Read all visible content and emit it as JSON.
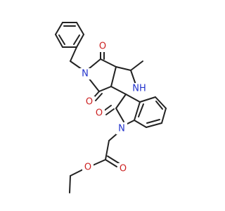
{
  "molecule": {
    "atom_labels": {
      "o_ketone_top": "O",
      "o_imide_lower": "O",
      "n_imide": "N",
      "nh_amine": "NH",
      "o_lactam": "O",
      "n_indole": "N",
      "o_ester_carbonyl": "O",
      "o_ester_alkoxy": "O"
    },
    "colors": {
      "bond": "#222222",
      "oxygen": "#cc2222",
      "nitrogen": "#2233cc",
      "background": "#ffffff"
    }
  }
}
